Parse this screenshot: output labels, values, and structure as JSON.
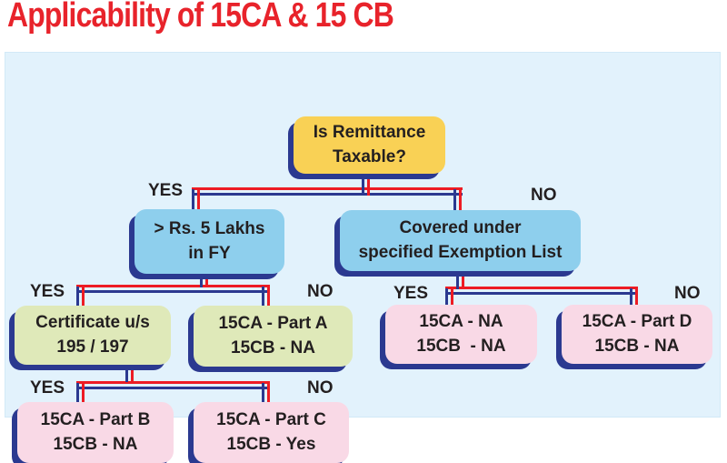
{
  "page": {
    "title": "Applicability of 15CA & 15 CB"
  },
  "labels": {
    "yes": "YES",
    "no": "NO"
  },
  "nodes": {
    "root": {
      "line1": "Is Remittance",
      "line2": "Taxable?"
    },
    "five_lakhs": {
      "line1": "> Rs. 5 Lakhs",
      "line2": "in FY"
    },
    "exemption_list": {
      "line1": "Covered under",
      "line2": "specified Exemption List"
    },
    "certificate": {
      "line1": "Certificate u/s",
      "line2": "195 / 197"
    },
    "part_a": {
      "line1": "15CA - Part A",
      "line2": "15CB - NA"
    },
    "part_b": {
      "line1": "15CA - Part B",
      "line2": "15CB - NA"
    },
    "part_c": {
      "line1": "15CA - Part C",
      "line2": "15CB - Yes"
    },
    "na_na": {
      "line1": "15CA - NA",
      "line2": "15CB  - NA"
    },
    "part_d": {
      "line1": "15CA - Part D",
      "line2": "15CB - NA"
    }
  },
  "edges": [
    {
      "from": "root",
      "answer": "YES",
      "to": "five_lakhs"
    },
    {
      "from": "root",
      "answer": "NO",
      "to": "exemption_list"
    },
    {
      "from": "five_lakhs",
      "answer": "YES",
      "to": "certificate"
    },
    {
      "from": "five_lakhs",
      "answer": "NO",
      "to": "part_a"
    },
    {
      "from": "certificate",
      "answer": "YES",
      "to": "part_b"
    },
    {
      "from": "certificate",
      "answer": "NO",
      "to": "part_c"
    },
    {
      "from": "exemption_list",
      "answer": "YES",
      "to": "na_na"
    },
    {
      "from": "exemption_list",
      "answer": "NO",
      "to": "part_d"
    }
  ],
  "colors": {
    "title_red": "#e8232b",
    "panel_bg": "#e2f2fc",
    "connector_navy": "#2b3990",
    "connector_red": "#ed1c24",
    "node_yellow": "#f9d155",
    "node_blue": "#8ecfed",
    "node_green": "#dfe9b9",
    "node_pink": "#f9d9e6",
    "text_dark": "#231f20"
  }
}
